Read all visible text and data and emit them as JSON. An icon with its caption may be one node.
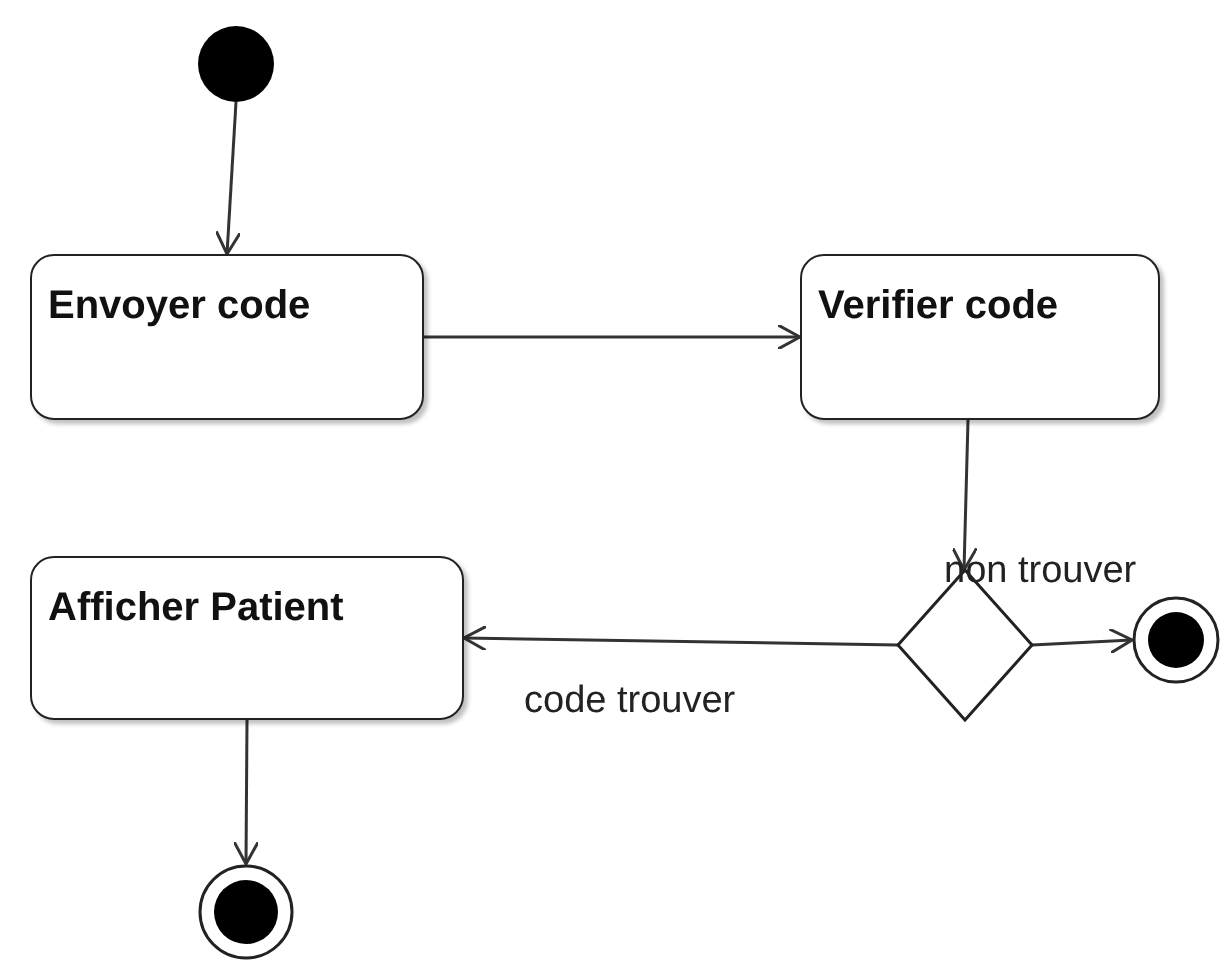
{
  "diagram": {
    "nodes": [
      {
        "text": [],
        "shape": "circle"
      },
      {
        "text": [
          "Envoyer code"
        ]
      },
      {
        "text": [
          "Verifier code"
        ]
      },
      {
        "text": [
          "Afficher Patient"
        ]
      },
      {
        "text": [],
        "shape": "diamond"
      },
      {
        "text": [],
        "shape": "circle"
      },
      {
        "text": [],
        "shape": "circle"
      }
    ],
    "edges": [
      {
        "from": 0,
        "to": 1,
        "arrow": "to"
      },
      {
        "from": 1,
        "to": 2,
        "arrow": "to"
      },
      {
        "from": 2,
        "to": 4,
        "arrow": "to"
      },
      {
        "from": 4,
        "to": 5,
        "arrow": "to",
        "label": "non trouver"
      },
      {
        "from": 4,
        "to": 3,
        "arrow": "to",
        "label": "code trouver"
      },
      {
        "from": 3,
        "to": 6,
        "arrow": "to"
      }
    ]
  }
}
